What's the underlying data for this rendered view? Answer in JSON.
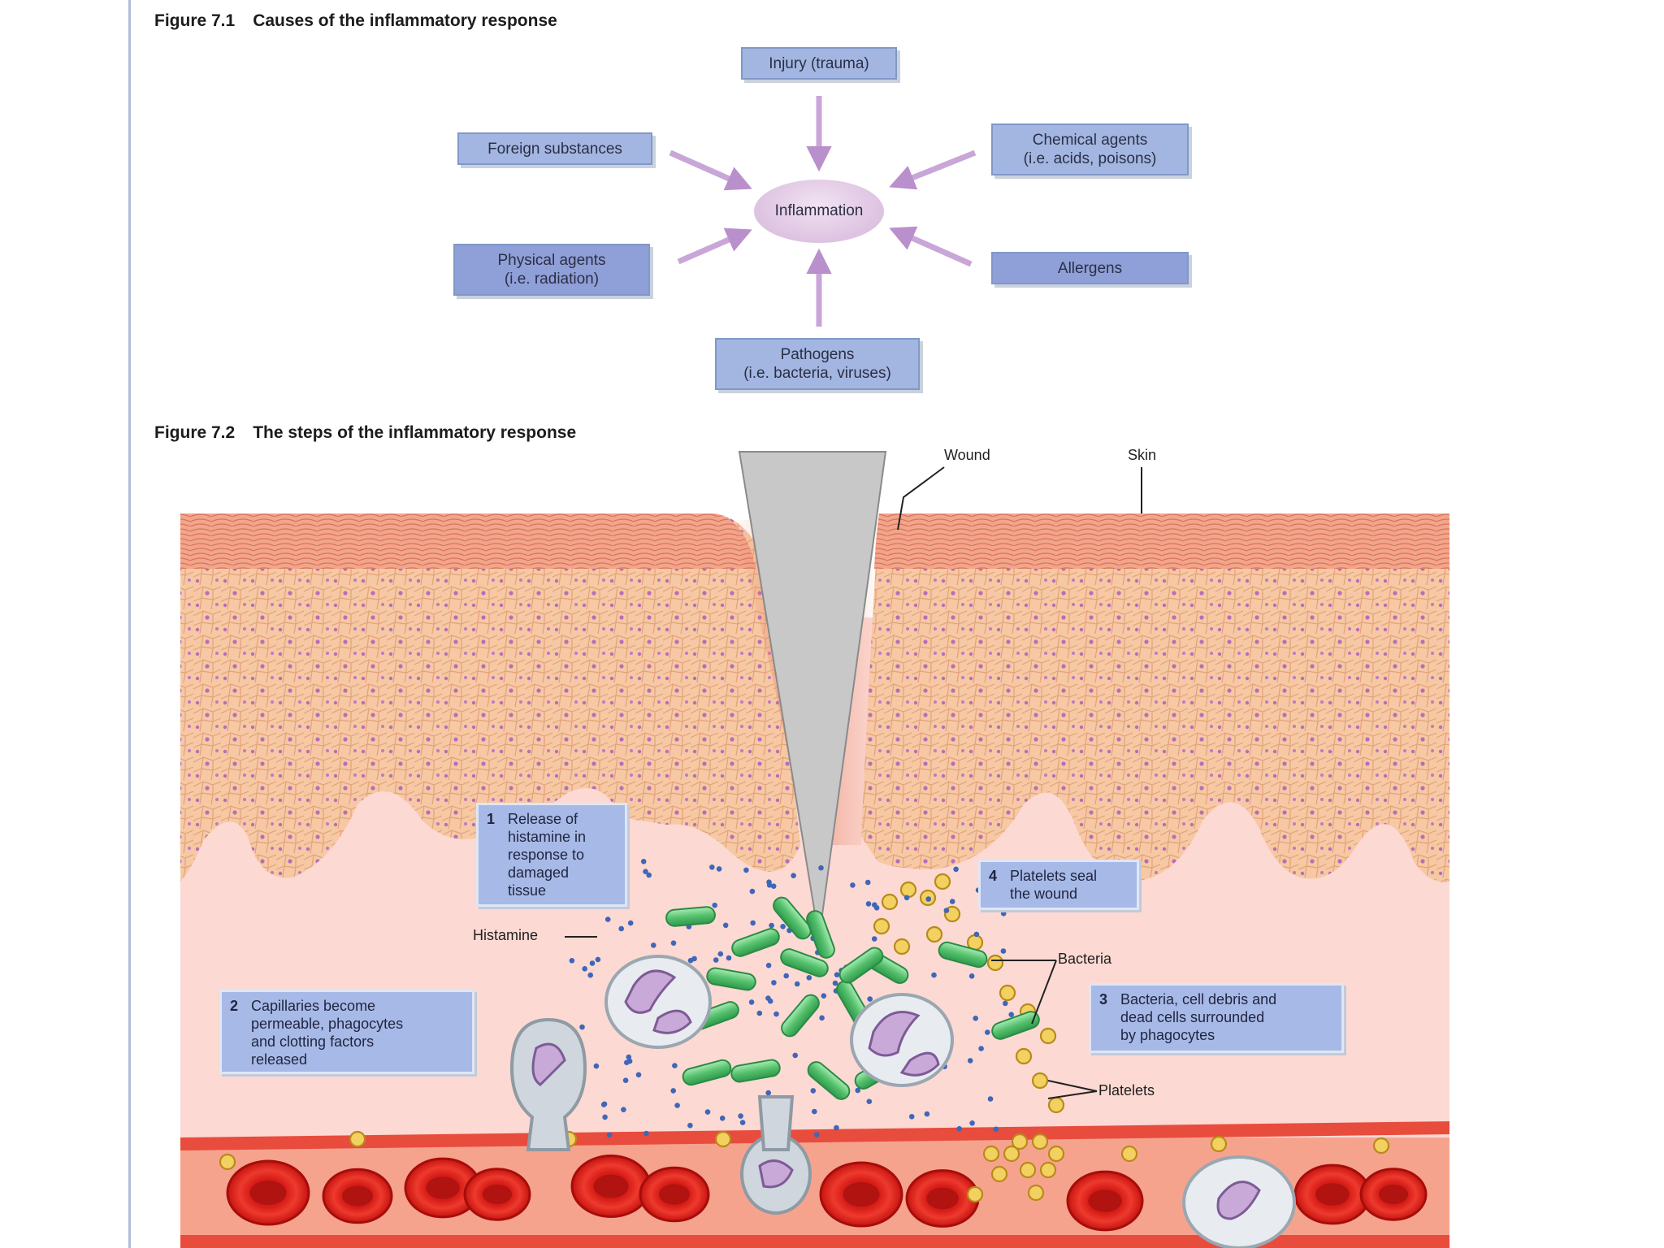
{
  "figure1": {
    "number": "Figure 7.1",
    "title": "Causes of the inflammatory response",
    "center": "Inflammation",
    "causes": {
      "injury": "Injury (trauma)",
      "foreign": "Foreign substances",
      "chemical": "Chemical agents\n(i.e. acids, poisons)",
      "physical": "Physical agents\n(i.e. radiation)",
      "allergens": "Allergens",
      "pathogens": "Pathogens\n(i.e. bacteria, viruses)"
    }
  },
  "figure2": {
    "number": "Figure 7.2",
    "title": "The steps of the inflammatory response",
    "labels": {
      "wound": "Wound",
      "skin": "Skin",
      "histamine": "Histamine",
      "bacteria": "Bacteria",
      "platelets": "Platelets"
    },
    "steps": [
      {
        "number": "1",
        "text": "Release of\nhistamine in\nresponse to\ndamaged\ntissue"
      },
      {
        "number": "2",
        "text": "Capillaries become\npermeable, phagocytes\nand clotting factors\nreleased"
      },
      {
        "number": "3",
        "text": "Bacteria, cell debris and\ndead cells surrounded\nby phagocytes"
      },
      {
        "number": "4",
        "text": "Platelets seal\nthe wound"
      }
    ]
  },
  "colors": {
    "box_fill": "#a3b6e2",
    "box_fill_dark": "#8f9fd8",
    "arrow": "#b98fcc",
    "tissue": "#f6c7a6",
    "dermis": "#fcd9d3",
    "blood_cell": "#e2231a",
    "bacteria": "#6ccf83",
    "platelet": "#f3d160"
  }
}
